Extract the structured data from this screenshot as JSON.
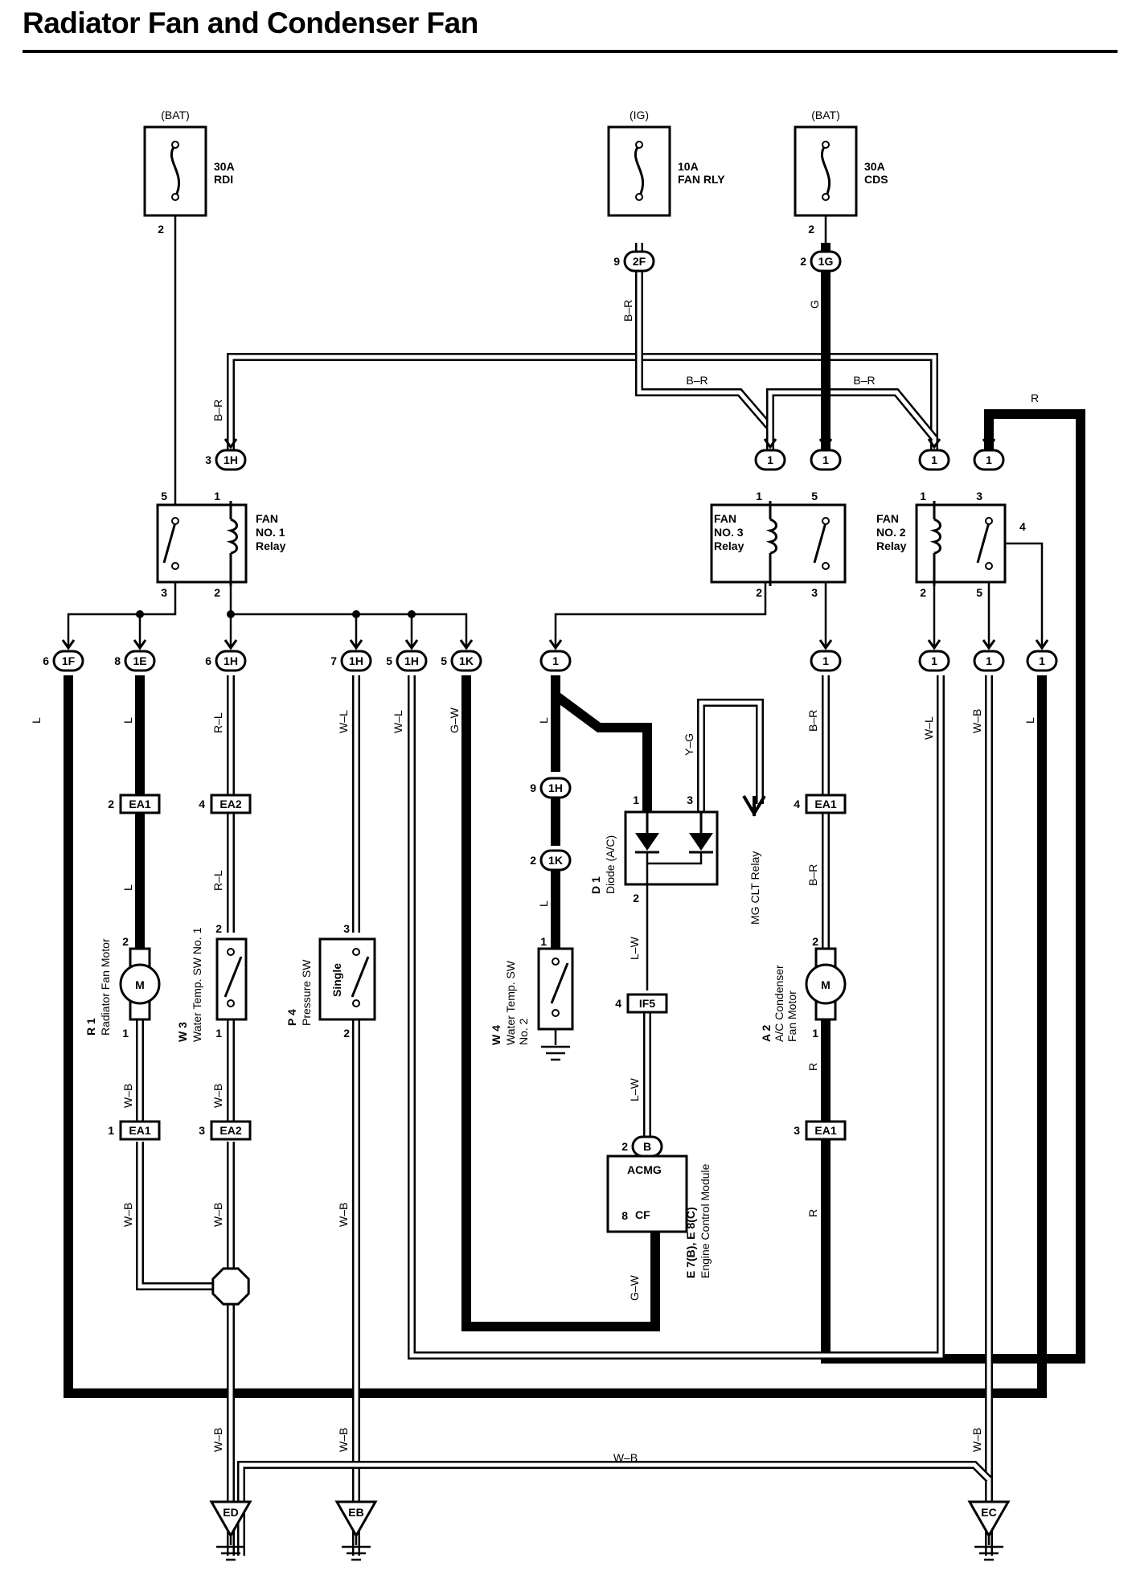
{
  "title": "Radiator Fan and Condenser Fan",
  "fuses": [
    {
      "id": "fuse-30a-rdi",
      "source": "(BAT)",
      "rating": "30A",
      "name": "RDI",
      "pin": "2"
    },
    {
      "id": "fuse-10a-fan-rly",
      "source": "(IG)",
      "rating": "10A",
      "name": "FAN RLY",
      "pin": ""
    },
    {
      "id": "fuse-30a-cds",
      "source": "(BAT)",
      "rating": "30A",
      "name": "CDS",
      "pin": "2"
    }
  ],
  "relays": [
    {
      "id": "relay-fan-no-1",
      "lines": [
        "FAN",
        "NO. 1",
        "Relay"
      ]
    },
    {
      "id": "relay-fan-no-3",
      "lines": [
        "FAN",
        "NO. 3",
        "Relay"
      ]
    },
    {
      "id": "relay-fan-no-2",
      "lines": [
        "FAN",
        "NO. 2",
        "Relay"
      ]
    }
  ],
  "connectors": [
    {
      "label": "2F",
      "pin": "9"
    },
    {
      "label": "1G",
      "pin": "2"
    },
    {
      "label": "1H",
      "pin": "3"
    },
    {
      "label": "1",
      "pin": ""
    },
    {
      "label": "1",
      "pin": ""
    },
    {
      "label": "1",
      "pin": ""
    },
    {
      "label": "1",
      "pin": ""
    },
    {
      "label": "1F",
      "pin": "6"
    },
    {
      "label": "1E",
      "pin": "8"
    },
    {
      "label": "1H",
      "pin": "6"
    },
    {
      "label": "1H",
      "pin": "7"
    },
    {
      "label": "1H",
      "pin": "5"
    },
    {
      "label": "1K",
      "pin": "5"
    },
    {
      "label": "1",
      "pin": ""
    },
    {
      "label": "1",
      "pin": ""
    },
    {
      "label": "1",
      "pin": ""
    },
    {
      "label": "1",
      "pin": ""
    },
    {
      "label": "1",
      "pin": ""
    },
    {
      "label": "1H",
      "pin": "9"
    },
    {
      "label": "1K",
      "pin": "2"
    },
    {
      "label": "B",
      "pin": "2"
    },
    {
      "label": "C",
      "pin": "8"
    }
  ],
  "box_connectors": [
    {
      "label": "EA1",
      "pin": "2"
    },
    {
      "label": "EA2",
      "pin": "4"
    },
    {
      "label": "EA1",
      "pin": "4"
    },
    {
      "label": "IF5",
      "pin": "4"
    },
    {
      "label": "EA1",
      "pin": "1"
    },
    {
      "label": "EA2",
      "pin": "3"
    },
    {
      "label": "EA1",
      "pin": "3"
    }
  ],
  "relay_pins": {
    "r1": [
      "5",
      "1",
      "3",
      "2"
    ],
    "r3": [
      "1",
      "5",
      "2",
      "3"
    ],
    "r2": [
      "1",
      "3",
      "4",
      "2",
      "5"
    ]
  },
  "wire_colors": [
    "B–R",
    "B–R",
    "B–R",
    "B–R",
    "G",
    "R",
    "L",
    "L",
    "R–L",
    "W–L",
    "W–L",
    "G–W",
    "L",
    "Y–G",
    "B–R",
    "W–L",
    "W–B",
    "L",
    "L",
    "R–L",
    "L",
    "L–W",
    "B–R",
    "W–B",
    "W–B",
    "L–W",
    "R",
    "W–B",
    "W–B",
    "W–B",
    "R",
    "G–W",
    "W–B",
    "W–B",
    "W–B",
    "W–B"
  ],
  "components": {
    "r1": {
      "ref": "R 1",
      "name": "Radiator Fan Motor",
      "pins": [
        "2",
        "1"
      ],
      "symbol": "M"
    },
    "w3": {
      "ref": "W 3",
      "name": "Water Temp.  SW No. 1",
      "pins": [
        "2",
        "1"
      ]
    },
    "p4": {
      "ref": "P 4",
      "name": "Pressure SW",
      "inner": "Single",
      "pins": [
        "3",
        "2"
      ]
    },
    "w4": {
      "ref": "W 4",
      "name_lines": [
        "Water Temp.  SW",
        "No. 2"
      ],
      "pins": [
        "1"
      ]
    },
    "d1": {
      "ref": "D 1",
      "name": "Diode (A/C)",
      "pins": [
        "1",
        "3",
        "2"
      ]
    },
    "mg": {
      "name": "MG CLT Relay"
    },
    "a2": {
      "ref": "A 2",
      "name_lines": [
        "A/C Condenser",
        "Fan Motor"
      ],
      "pins": [
        "2",
        "1"
      ],
      "symbol": "M"
    },
    "ecm": {
      "ref": "E 7(B), E 8(C)",
      "name": "Engine Control Module",
      "top": "ACMG",
      "bottom": "CF"
    }
  },
  "grounds": [
    "ED",
    "EB",
    "EC"
  ]
}
